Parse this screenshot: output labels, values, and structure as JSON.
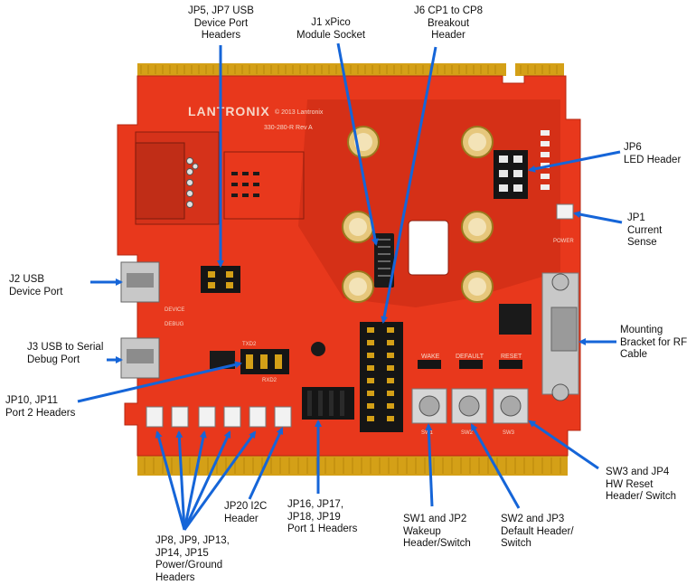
{
  "board": {
    "brand": "LANTRONIX",
    "copyright": "© 2013 Lantronix",
    "part": "330-280-R Rev A",
    "silk": {
      "wake": "WAKE",
      "default": "DEFAULT",
      "reset": "RESET",
      "power": "POWER",
      "device": "DEVICE",
      "debug": "DEBUG",
      "txd2": "TXD2",
      "rxd2": "RXD2",
      "sw1": "SW1",
      "sw2": "SW2",
      "sw3": "SW3"
    },
    "colors": {
      "pcb": "#e8381c",
      "gold": "#d4a017",
      "arrow": "#1565d8",
      "header": "#151515",
      "silver": "#c8c8c8"
    }
  },
  "labels": {
    "jp5_jp7": [
      "JP5, JP7 USB",
      "Device Port",
      "Headers"
    ],
    "j1": [
      "J1 xPico",
      "Module Socket"
    ],
    "j6": [
      "J6 CP1 to CP8",
      "Breakout",
      "Header"
    ],
    "jp6": [
      "JP6",
      "LED Header"
    ],
    "jp1": [
      "JP1",
      "Current",
      "Sense"
    ],
    "j2": [
      "J2 USB",
      "Device Port"
    ],
    "j3": [
      "J3 USB to Serial",
      "Debug Port"
    ],
    "mount": [
      "Mounting",
      "Bracket for RF",
      "Cable"
    ],
    "jp10": [
      "JP10, JP11",
      "Port 2 Headers"
    ],
    "sw3": [
      "SW3 and JP4",
      "HW Reset",
      "Header/ Switch"
    ],
    "jp20": [
      "JP20 I2C",
      "Header"
    ],
    "jp16": [
      "JP16, JP17,",
      "JP18, JP19",
      "Port 1 Headers"
    ],
    "sw1": [
      "SW1 and JP2",
      "Wakeup",
      "Header/Switch"
    ],
    "sw2": [
      "SW2 and JP3",
      "Default Header/",
      "Switch"
    ],
    "jp8": [
      "JP8, JP9, JP13,",
      "JP14, JP15",
      "Power/Ground",
      "Headers"
    ]
  }
}
